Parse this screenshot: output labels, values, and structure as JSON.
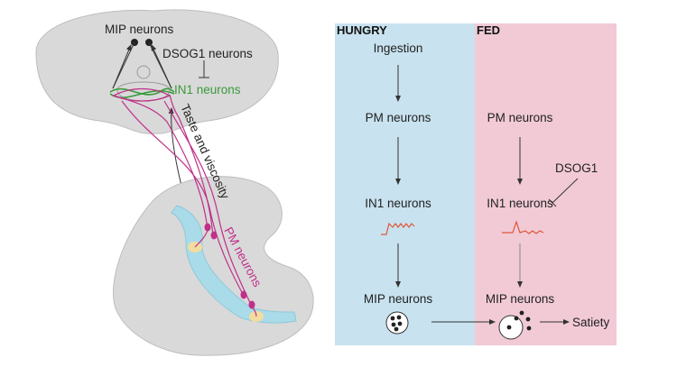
{
  "anatomy": {
    "mip_label": "MIP neurons",
    "dsog1_label": "DSOG1 neurons",
    "in1_label": "IN1 neurons",
    "taste_label": "Taste and viscosity",
    "pm_label": "PM neurons"
  },
  "hungry": {
    "header": "HUNGRY",
    "ingestion": "Ingestion",
    "pm": "PM neurons",
    "in1": "IN1 neurons",
    "mip": "MIP neurons"
  },
  "fed": {
    "header": "FED",
    "pm": "PM neurons",
    "dsog1": "DSOG1",
    "in1": "IN1 neurons",
    "mip": "MIP neurons",
    "satiety": "Satiety"
  },
  "colors": {
    "hungry_panel": "#c8e2ef",
    "fed_panel": "#f1cad6",
    "brain_gray": "#d9d9d9",
    "in1_green": "#3a9a3a",
    "pm_magenta": "#c0308a",
    "trace_red": "#e0583a",
    "pharynx_blue": "#a9dbe8",
    "taste_organ": "#f3dca0"
  }
}
